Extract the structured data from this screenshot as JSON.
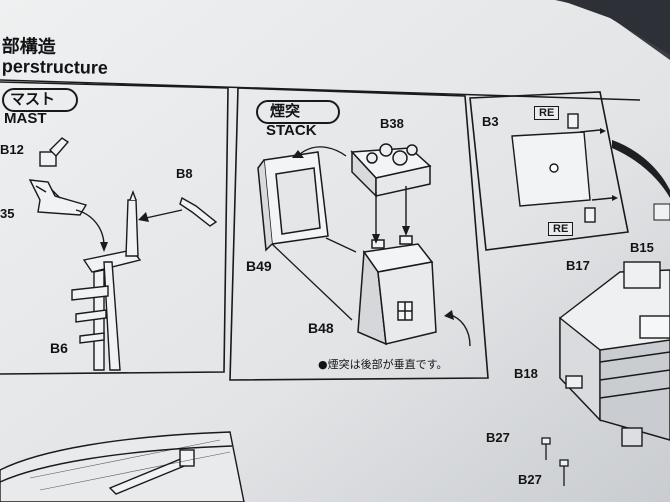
{
  "header": {
    "title_jp": "部構造",
    "title_en": "perstructure"
  },
  "mast_panel": {
    "label_jp": "マスト",
    "label_en": "MAST",
    "parts": [
      "B12",
      "B8",
      "35",
      "B6"
    ]
  },
  "stack_panel": {
    "label_jp": "煙突",
    "label_en": "STACK",
    "parts": [
      "B38",
      "B49",
      "B48"
    ],
    "note": "●煙突は後部が垂直です。"
  },
  "deck_panel": {
    "part": "B3",
    "re_top": "RE",
    "re_bottom": "RE"
  },
  "right_parts": [
    "B15",
    "B17",
    "B18",
    "B27",
    "B27"
  ],
  "colors": {
    "paper": "#e4e6e7",
    "ink": "#1a1a1a",
    "background": "#3a3d44"
  }
}
